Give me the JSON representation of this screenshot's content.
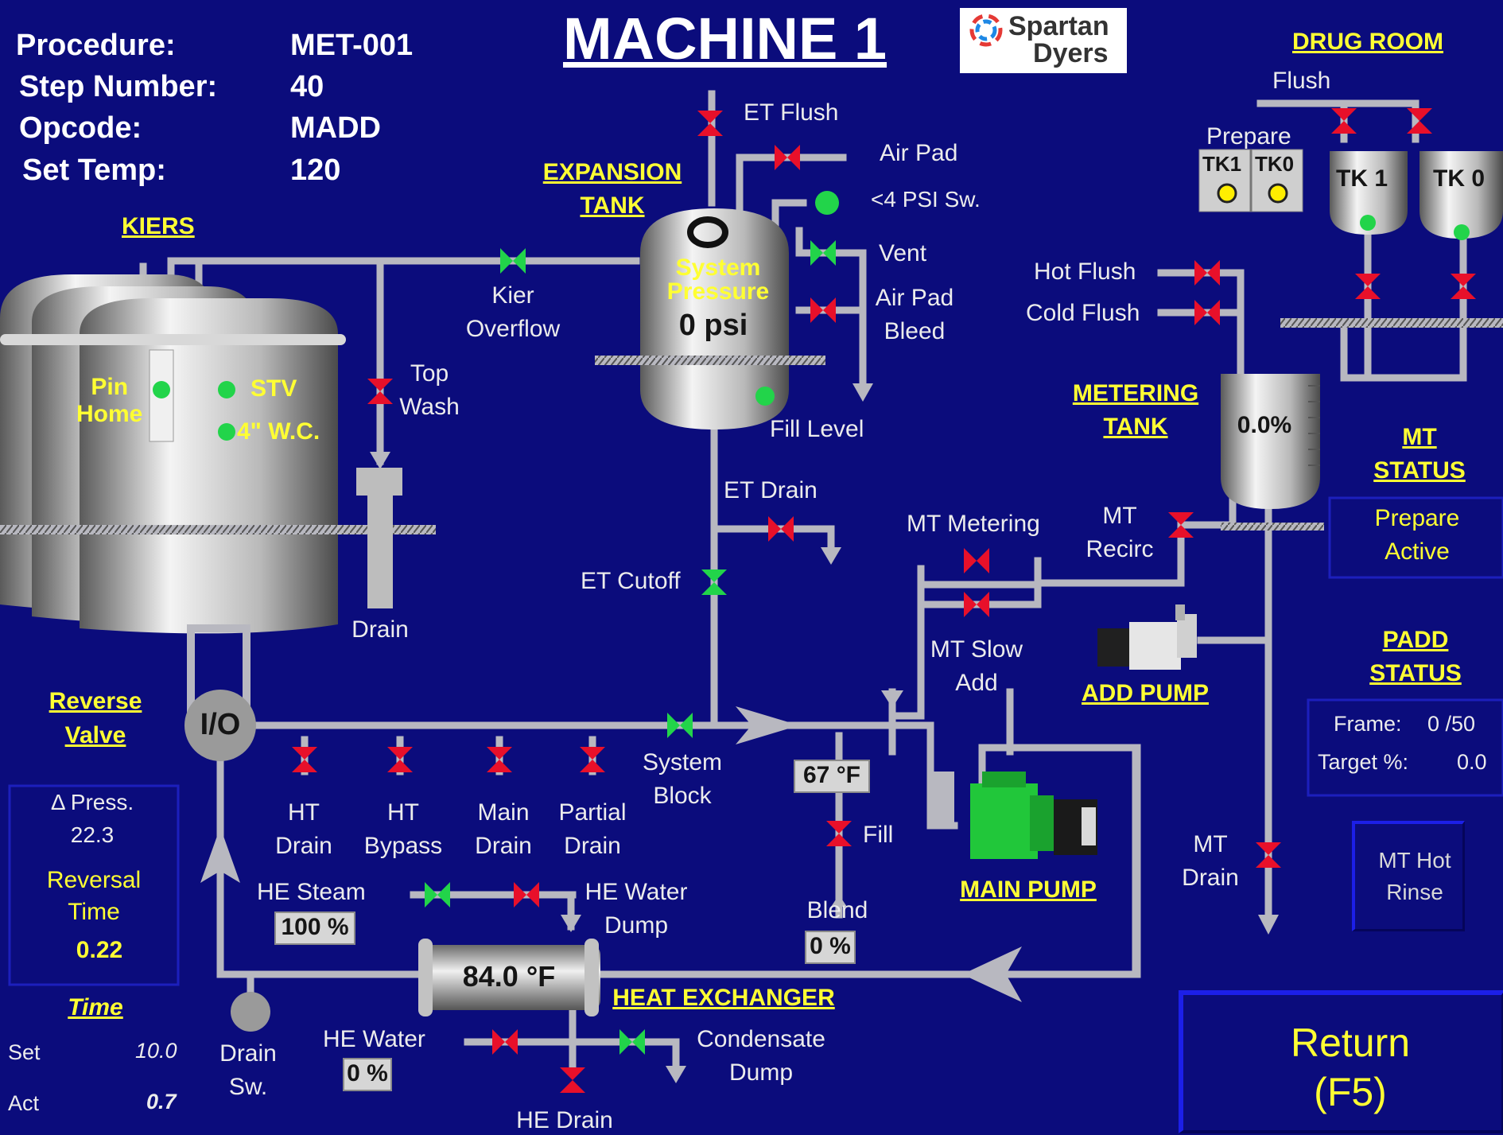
{
  "header": {
    "procedure_label": "Procedure:",
    "procedure_value": "MET-001",
    "step_label": "Step Number:",
    "step_value": "40",
    "opcode_label": "Opcode:",
    "opcode_value": "MADD",
    "settemp_label": "Set Temp:",
    "settemp_value": "120",
    "title": "MACHINE 1",
    "logo_line1": "Spartan",
    "logo_line2": "Dyers"
  },
  "sections": {
    "kiers": "KIERS",
    "expansion_tank_1": "EXPANSION",
    "expansion_tank_2": "TANK",
    "drug_room": "DRUG ROOM",
    "metering_tank_1": "METERING",
    "metering_tank_2": "TANK",
    "mt_status_1": "MT",
    "mt_status_2": "STATUS",
    "padd_status_1": "PADD",
    "padd_status_2": "STATUS",
    "add_pump": "ADD PUMP",
    "main_pump": "MAIN PUMP",
    "heat_exchanger": "HEAT EXCHANGER",
    "reverse_valve_1": "Reverse",
    "reverse_valve_2": "Valve",
    "time": "Time"
  },
  "kier": {
    "pin_home_1": "Pin",
    "pin_home_2": "Home",
    "stv": "STV",
    "wc": "4\" W.C."
  },
  "expansion": {
    "pressure_1": "System",
    "pressure_2": "Pressure",
    "pressure_value": "0 psi",
    "fill_level": "Fill Level"
  },
  "labels": {
    "et_flush": "ET Flush",
    "air_pad": "Air Pad",
    "psi_sw": "<4 PSI Sw.",
    "vent": "Vent",
    "air_pad_bleed_1": "Air Pad",
    "air_pad_bleed_2": "Bleed",
    "kier_overflow_1": "Kier",
    "kier_overflow_2": "Overflow",
    "top_wash_1": "Top",
    "top_wash_2": "Wash",
    "drain": "Drain",
    "et_drain": "ET Drain",
    "et_cutoff": "ET Cutoff",
    "mt_metering": "MT Metering",
    "mt_slow_add_1": "MT Slow",
    "mt_slow_add_2": "Add",
    "mt_recirc_1": "MT",
    "mt_recirc_2": "Recirc",
    "hot_flush": "Hot Flush",
    "cold_flush": "Cold Flush",
    "flush": "Flush",
    "prepare": "Prepare",
    "tk1_small": "TK1",
    "tk0_small": "TK0",
    "tk1": "TK 1",
    "tk0": "TK 0",
    "mt_drain_1": "MT",
    "mt_drain_2": "Drain",
    "system_block_1": "System",
    "system_block_2": "Block",
    "ht_drain_1": "HT",
    "ht_drain_2": "Drain",
    "ht_bypass_1": "HT",
    "ht_bypass_2": "Bypass",
    "main_drain_1": "Main",
    "main_drain_2": "Drain",
    "partial_drain_1": "Partial",
    "partial_drain_2": "Drain",
    "fill": "Fill",
    "blend": "Blend",
    "he_steam": "HE Steam",
    "he_water_dump_1": "HE Water",
    "he_water_dump_2": "Dump",
    "he_water": "HE Water",
    "condensate_dump_1": "Condensate",
    "condensate_dump_2": "Dump",
    "he_drain": "HE Drain",
    "drain_sw_1": "Drain",
    "drain_sw_2": "Sw.",
    "io": "I/O"
  },
  "values": {
    "metering_tank": "0.0%",
    "pipe_temp": "67 °F",
    "he_steam": "100 %",
    "blend": "0 %",
    "he_temp": "84.0 °F",
    "he_water": "0 %"
  },
  "reverse_valve": {
    "press_label_1": "Δ Press.",
    "press_value": "22.3",
    "reversal_label_1": "Reversal",
    "reversal_label_2": "Time",
    "reversal_value": "0.22"
  },
  "time": {
    "set_label": "Set",
    "set_value": "10.0",
    "act_label": "Act",
    "act_value": "0.7"
  },
  "mt_status": {
    "line1": "Prepare",
    "line2": "Active"
  },
  "padd_status": {
    "frame_label": "Frame:",
    "frame_value": "0 /50",
    "target_label": "Target %:",
    "target_value": "0.0"
  },
  "buttons": {
    "mt_hot_rinse_1": "MT Hot",
    "mt_hot_rinse_2": "Rinse",
    "return_1": "Return",
    "return_2": "(F5)"
  },
  "colors": {
    "background": "#0b0c7c",
    "pipe": "#b8b8c0",
    "valve_closed": "#e8102a",
    "valve_open": "#22d44a",
    "label_yellow": "#ffff33"
  }
}
